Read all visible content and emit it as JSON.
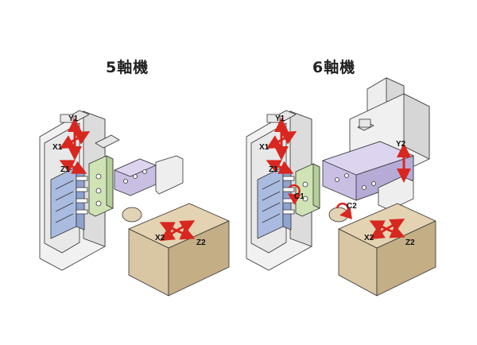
{
  "titles": {
    "left": "5軸機",
    "right": "6軸機"
  },
  "axes": {
    "left": {
      "y1": "Y1",
      "x1": "X1",
      "z1": "Z1",
      "x2": "X2",
      "z2": "Z2"
    },
    "right": {
      "y1": "Y1",
      "x1": "X1",
      "z1": "Z1",
      "c1": "C1",
      "y2": "Y2",
      "c2": "C2",
      "x2": "X2",
      "z2": "Z2"
    }
  },
  "colors": {
    "frame": "#f1f1f1",
    "frame_shade": "#dcdcdc",
    "outline": "#333333",
    "turret_blue": "#aabbe0",
    "tool_green": "#cfe3b5",
    "tool_purple": "#c9bfe3",
    "box_tan": "#d9c6a3",
    "box_tan_dark": "#c4ae86",
    "arrow_red": "#d8271f"
  }
}
